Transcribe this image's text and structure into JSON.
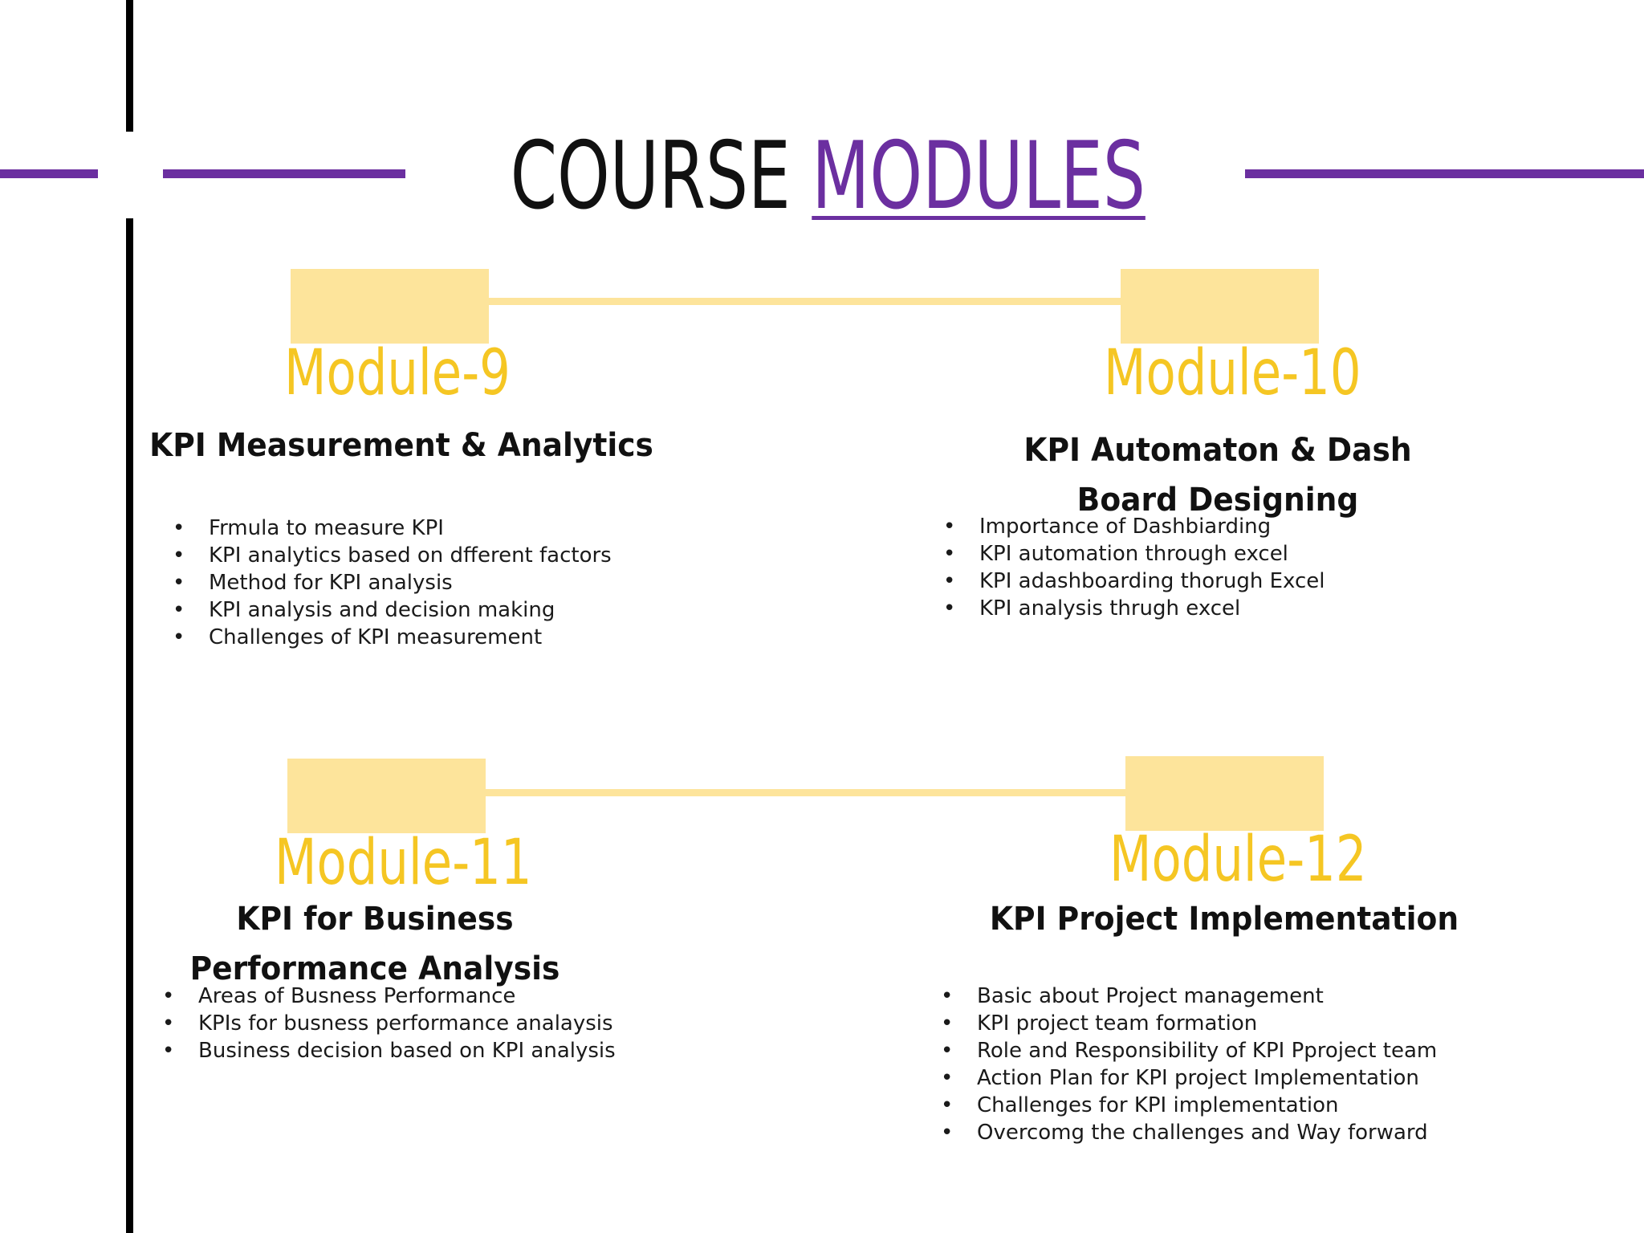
{
  "page": {
    "title_part1": "COURSE",
    "title_part2": "MODULES"
  },
  "colors": {
    "accent_purple": "#6b2fa0",
    "module_yellow": "#f5c623",
    "box_yellow": "#fde49b",
    "text": "#111111"
  },
  "modules": [
    {
      "label": "Module-9",
      "title": "KPI Measurement & Analytics",
      "topics": [
        "Frmula to measure KPI",
        "KPI analytics based on dfferent factors",
        "Method for KPI analysis",
        "KPI analysis and decision making",
        "Challenges of KPI measurement"
      ]
    },
    {
      "label": "Module-10",
      "title": "KPI Automaton & Dash Board Designing",
      "topics": [
        "Importance of Dashbiarding",
        "KPI automation through excel",
        "KPI adashboarding thorugh Excel",
        "KPI analysis thrugh excel"
      ]
    },
    {
      "label": "Module-11",
      "title": "KPI for Business Performance Analysis",
      "topics": [
        "Areas of Busness Performance",
        "KPIs for busness performance analaysis",
        "Business decision based on KPI analysis"
      ]
    },
    {
      "label": "Module-12",
      "title": "KPI Project Implementation",
      "topics": [
        "Basic about Project management",
        "KPI project team formation",
        "Role and Responsibility of KPI Pproject team",
        "Action Plan for KPI project Implementation",
        "Challenges for KPI implementation",
        "Overcomg the challenges and Way forward"
      ]
    }
  ]
}
